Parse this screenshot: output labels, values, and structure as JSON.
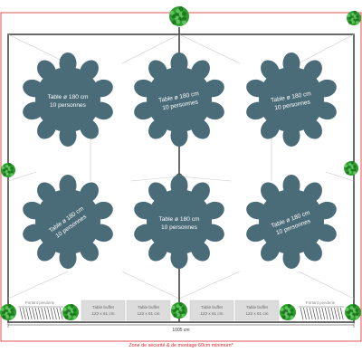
{
  "tables": [
    {
      "label_line1": "Table ø 180 cm",
      "label_line2": "10 personnes",
      "rotation": 0
    },
    {
      "label_line1": "Table ø 180 cm",
      "label_line2": "10 personnes",
      "rotation": -10
    },
    {
      "label_line1": "Table ø 180 cm",
      "label_line2": "10 personnes",
      "rotation": -10
    },
    {
      "label_line1": "Table ø 180 cm",
      "label_line2": "10 personnes",
      "rotation": -35
    },
    {
      "label_line1": "Table ø 180 cm",
      "label_line2": "10 personnes",
      "rotation": 0
    },
    {
      "label_line1": "Table ø 180 cm",
      "label_line2": "10 personnes",
      "rotation": -20
    }
  ],
  "buffets": [
    {
      "label_line1": "Table buffet",
      "label_line2": "122 x 61 cm"
    },
    {
      "label_line1": "Table buffet",
      "label_line2": "122 x 61 cm"
    },
    {
      "label_line1": "Table buffet",
      "label_line2": "122 x 61 cm"
    },
    {
      "label_line1": "Table buffet",
      "label_line2": "122 x 61 cm"
    }
  ],
  "coat_racks": [
    {
      "label": "Portant penderie"
    },
    {
      "label": "Portant penderie"
    }
  ],
  "dimension_label": "1005 cm",
  "safety_zone_label": "Zone de sécurité & de montage 60cm minimum*",
  "colors": {
    "table": "#4a6b78",
    "tent_border": "#444444",
    "safety_zone": "#d9262b",
    "plant": "#2e9e2e",
    "buffet": "#dcdcdc",
    "guide_lines": "#c8c8c8"
  }
}
